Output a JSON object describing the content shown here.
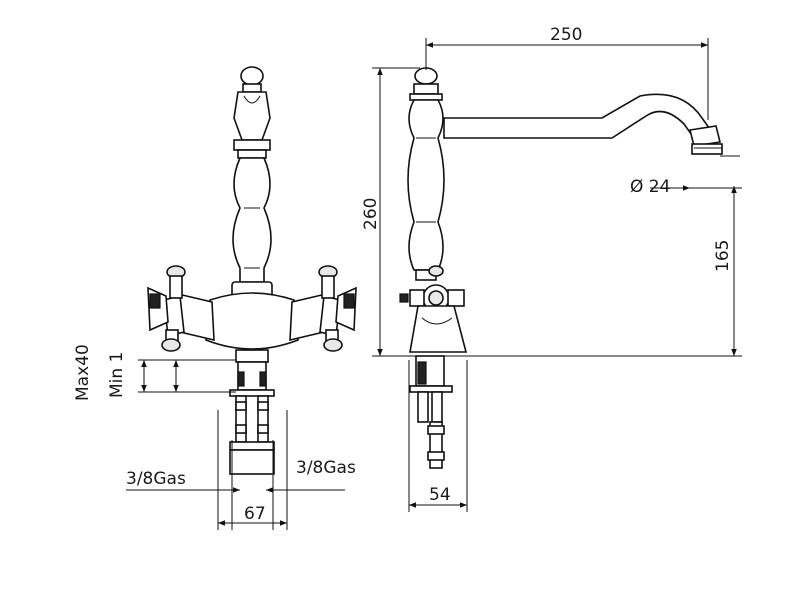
{
  "dimensions": {
    "spout_reach": "250",
    "total_height": "260",
    "outlet_diameter": "Ø 24",
    "outlet_height": "165",
    "base_width_side": "54",
    "base_width_front": "67",
    "connection_left": "3/8Gas",
    "connection_right": "3/8Gas",
    "deck_thickness_max": "Max40",
    "deck_thickness_min": "Min 1"
  }
}
